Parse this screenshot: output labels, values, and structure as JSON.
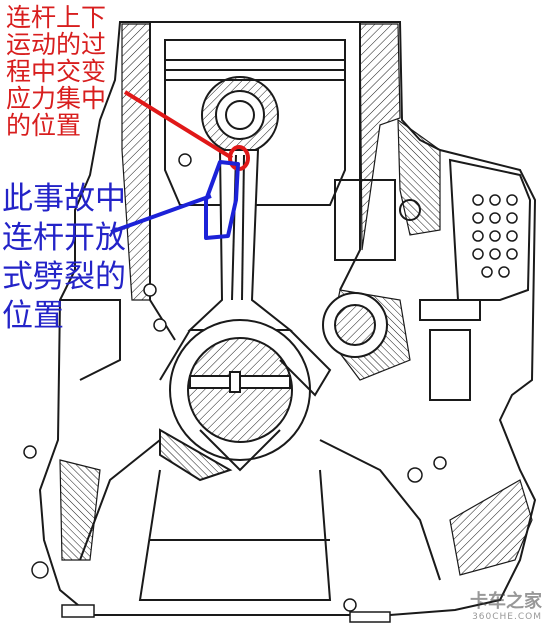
{
  "annotations": {
    "red_label_lines": [
      "连杆上下",
      "运动的过",
      "程中交变",
      "应力集中",
      "的位置"
    ],
    "blue_label_lines": [
      "此事故中",
      "连杆开放",
      "式劈裂的",
      "位置"
    ]
  },
  "colors": {
    "red_marker": "#e01818",
    "blue_marker": "#1c22d8",
    "line_art": "#1a1a1a"
  },
  "watermark": {
    "name": "卡车之家",
    "url": "360CHE.COM"
  }
}
